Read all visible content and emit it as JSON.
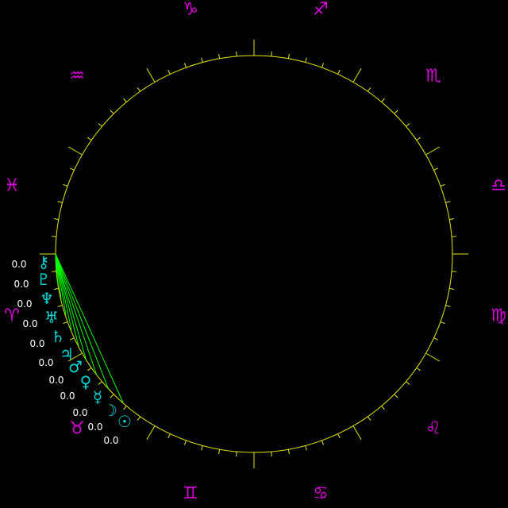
{
  "colors": {
    "background": "#000000",
    "wheel": "#e8e800",
    "signs": "#e000e0",
    "planets": "#00d8d8",
    "degree_labels": "#ffffff",
    "planet_lines": "#00ff00"
  },
  "zodiac": [
    {
      "name": "aries",
      "glyph": "♈"
    },
    {
      "name": "taurus",
      "glyph": "♉"
    },
    {
      "name": "gemini",
      "glyph": "♊"
    },
    {
      "name": "cancer",
      "glyph": "♋"
    },
    {
      "name": "leo",
      "glyph": "♌"
    },
    {
      "name": "virgo",
      "glyph": "♍"
    },
    {
      "name": "libra",
      "glyph": "♎"
    },
    {
      "name": "scorpio",
      "glyph": "♏"
    },
    {
      "name": "sagittarius",
      "glyph": "♐"
    },
    {
      "name": "capricorn",
      "glyph": "♑"
    },
    {
      "name": "aquarius",
      "glyph": "♒"
    },
    {
      "name": "pisces",
      "glyph": "♓"
    }
  ],
  "planets": [
    {
      "name": "chiron",
      "glyph": "⚷",
      "degree": "0.0"
    },
    {
      "name": "pluto",
      "glyph": "♇",
      "degree": "0.0"
    },
    {
      "name": "neptune",
      "glyph": "♆",
      "degree": "0.0"
    },
    {
      "name": "uranus",
      "glyph": "♅",
      "degree": "0.0"
    },
    {
      "name": "saturn",
      "glyph": "♄",
      "degree": "0.0"
    },
    {
      "name": "jupiter",
      "glyph": "♃",
      "degree": "0.0"
    },
    {
      "name": "mars",
      "glyph": "♂",
      "degree": "0.0"
    },
    {
      "name": "venus",
      "glyph": "♀",
      "degree": "0.0"
    },
    {
      "name": "mercury",
      "glyph": "☿",
      "degree": "0.0"
    },
    {
      "name": "moon",
      "glyph": "☽",
      "degree": "0.0"
    },
    {
      "name": "sun",
      "glyph": "☉",
      "degree": "0.0"
    }
  ]
}
